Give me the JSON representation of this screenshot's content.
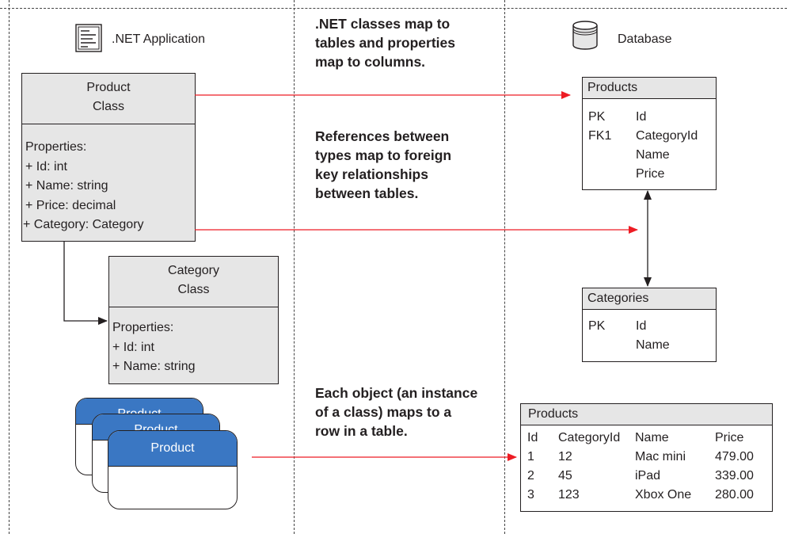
{
  "app_heading": ".NET Application",
  "db_heading": "Database",
  "notes": {
    "classes_to_tables": [
      ".NET classes map to",
      "tables and properties",
      "map to columns."
    ],
    "references": [
      "References between",
      "types map to foreign",
      "key relationships",
      "between tables."
    ],
    "objects_to_rows": [
      "Each object (an instance",
      "of a class) maps to a",
      "row in a table."
    ]
  },
  "product_class": {
    "title_line1": "Product",
    "title_line2": "Class",
    "props": [
      "Properties:",
      "+ Id: int",
      "+ Name: string",
      "+ Price: decimal",
      "+ Category: Category"
    ]
  },
  "category_class": {
    "title_line1": "Category",
    "title_line2": "Class",
    "props": [
      "Properties:",
      "+ Id: int",
      "+ Name: string"
    ]
  },
  "objects": {
    "back_label": "Product",
    "middle_label": "Product",
    "front_label": "Product"
  },
  "products_table": {
    "name": "Products",
    "keys": [
      "PK",
      "FK1",
      "",
      ""
    ],
    "columns": [
      "Id",
      "CategoryId",
      "Name",
      "Price"
    ]
  },
  "categories_table": {
    "name": "Categories",
    "keys": [
      "PK",
      ""
    ],
    "columns": [
      "Id",
      "Name"
    ]
  },
  "products_data": {
    "name": "Products",
    "headers": [
      "Id",
      "CategoryId",
      "Name",
      "Price"
    ],
    "rows": [
      [
        "1",
        "12",
        "Mac mini",
        "479.00"
      ],
      [
        "2",
        "45",
        "iPad",
        "339.00"
      ],
      [
        "3",
        "123",
        "Xbox One",
        "280.00"
      ]
    ]
  },
  "colors": {
    "mapping_arrow": "#ed1c24",
    "object_header": "#3a77c3",
    "box_fill": "#e6e6e6"
  },
  "icons": {
    "app": "document-icon",
    "db": "database-icon"
  }
}
